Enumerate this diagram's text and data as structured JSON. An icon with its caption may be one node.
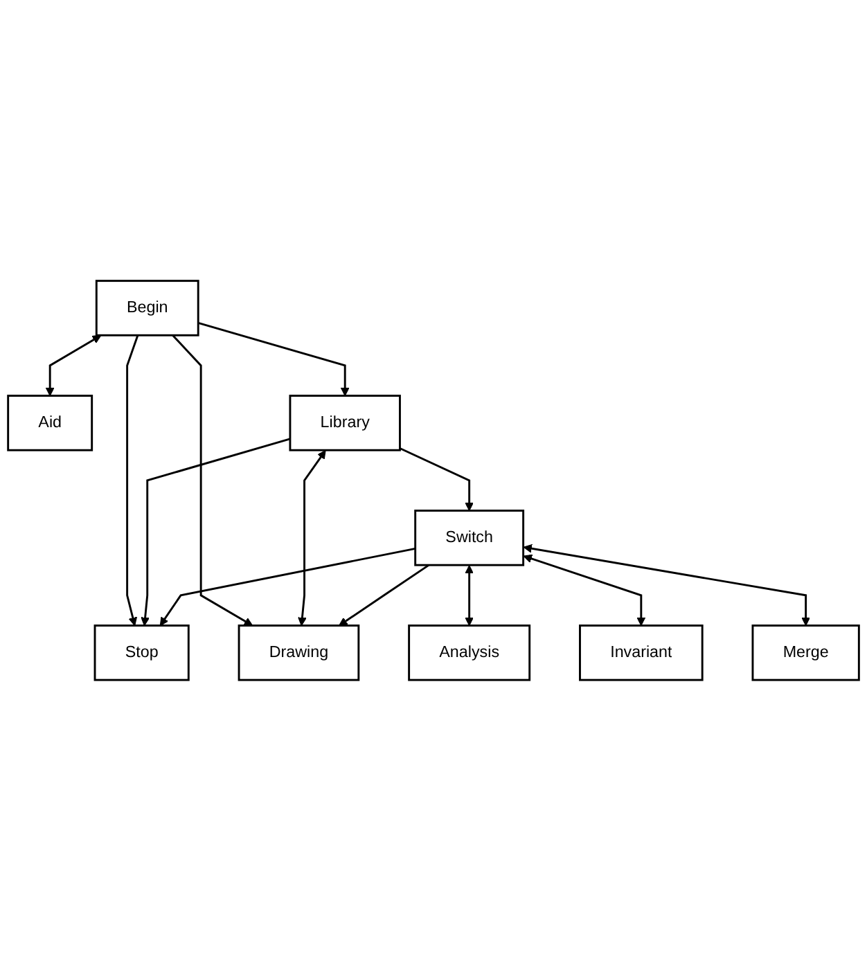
{
  "diagram": {
    "nodes": [
      {
        "text": [
          "Begin"
        ]
      },
      {
        "text": [
          "Aid"
        ]
      },
      {
        "text": [
          "Stop"
        ]
      },
      {
        "text": [
          "Drawing"
        ]
      },
      {
        "text": [
          "Library"
        ]
      },
      {
        "text": [
          "Switch"
        ]
      },
      {
        "text": [
          "Analysis"
        ]
      },
      {
        "text": [
          "Invariant"
        ]
      },
      {
        "text": [
          "Merge"
        ]
      }
    ],
    "edges": [
      {
        "from": 0,
        "to": 1,
        "arrow": "both"
      },
      {
        "from": 0,
        "to": 2,
        "arrow": "to"
      },
      {
        "from": 0,
        "to": 4,
        "arrow": "to"
      },
      {
        "from": 0,
        "to": 3,
        "arrow": "to"
      },
      {
        "from": 4,
        "to": 2,
        "arrow": "to"
      },
      {
        "from": 4,
        "to": 3,
        "arrow": "both"
      },
      {
        "from": 4,
        "to": 5,
        "arrow": "to"
      },
      {
        "from": 5,
        "to": 2,
        "arrow": "to"
      },
      {
        "from": 5,
        "to": 3,
        "arrow": "to"
      },
      {
        "from": 5,
        "to": 6,
        "arrow": "both"
      },
      {
        "from": 5,
        "to": 7,
        "arrow": "both"
      },
      {
        "from": 5,
        "to": 8,
        "arrow": "both"
      }
    ]
  }
}
